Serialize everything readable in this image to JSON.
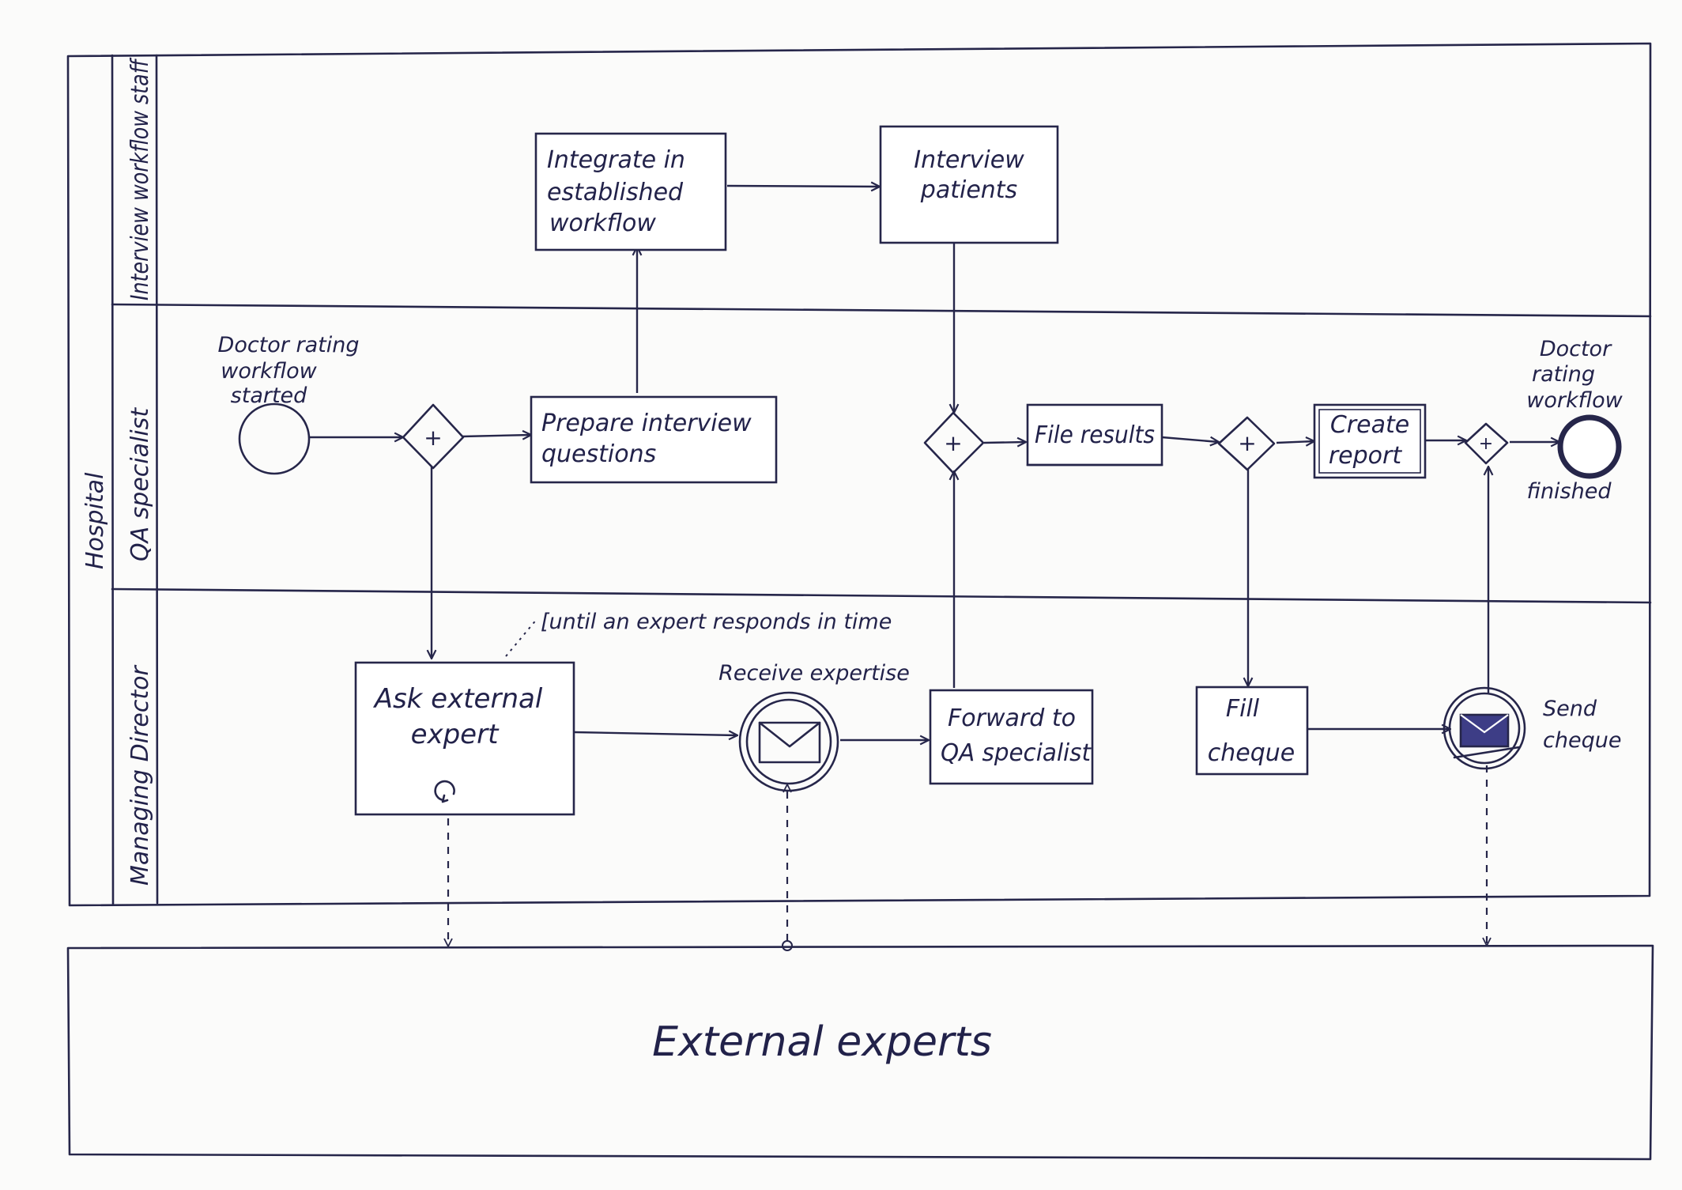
{
  "pools": {
    "hospital": {
      "label": "Hospital",
      "lanes": [
        {
          "id": "interview",
          "label": "Interview workflow staff"
        },
        {
          "id": "qa",
          "label": "QA specialist"
        },
        {
          "id": "director",
          "label": "Managing Director"
        }
      ]
    },
    "external": {
      "label": "External experts"
    }
  },
  "events": {
    "start": [
      "Doctor rating",
      "workflow",
      "started"
    ],
    "end_top": [
      "Doctor",
      "rating",
      "workflow"
    ],
    "end_bottom": "finished",
    "receive": "Receive expertise",
    "send": [
      "Send",
      "cheque"
    ]
  },
  "tasks": {
    "integrate": [
      "Integrate in",
      "established",
      "workflow"
    ],
    "interview": [
      "Interview",
      "patients"
    ],
    "prepare": [
      "Prepare interview",
      "questions"
    ],
    "file": "File results",
    "create": [
      "Create",
      "report"
    ],
    "ask": [
      "Ask external",
      "expert"
    ],
    "forward": [
      "Forward to",
      "QA specialist"
    ],
    "fill": [
      "Fill",
      "cheque"
    ]
  },
  "gateways": {
    "symbol": "+"
  },
  "annotations": {
    "loop_condition": "[until an expert responds in time"
  }
}
